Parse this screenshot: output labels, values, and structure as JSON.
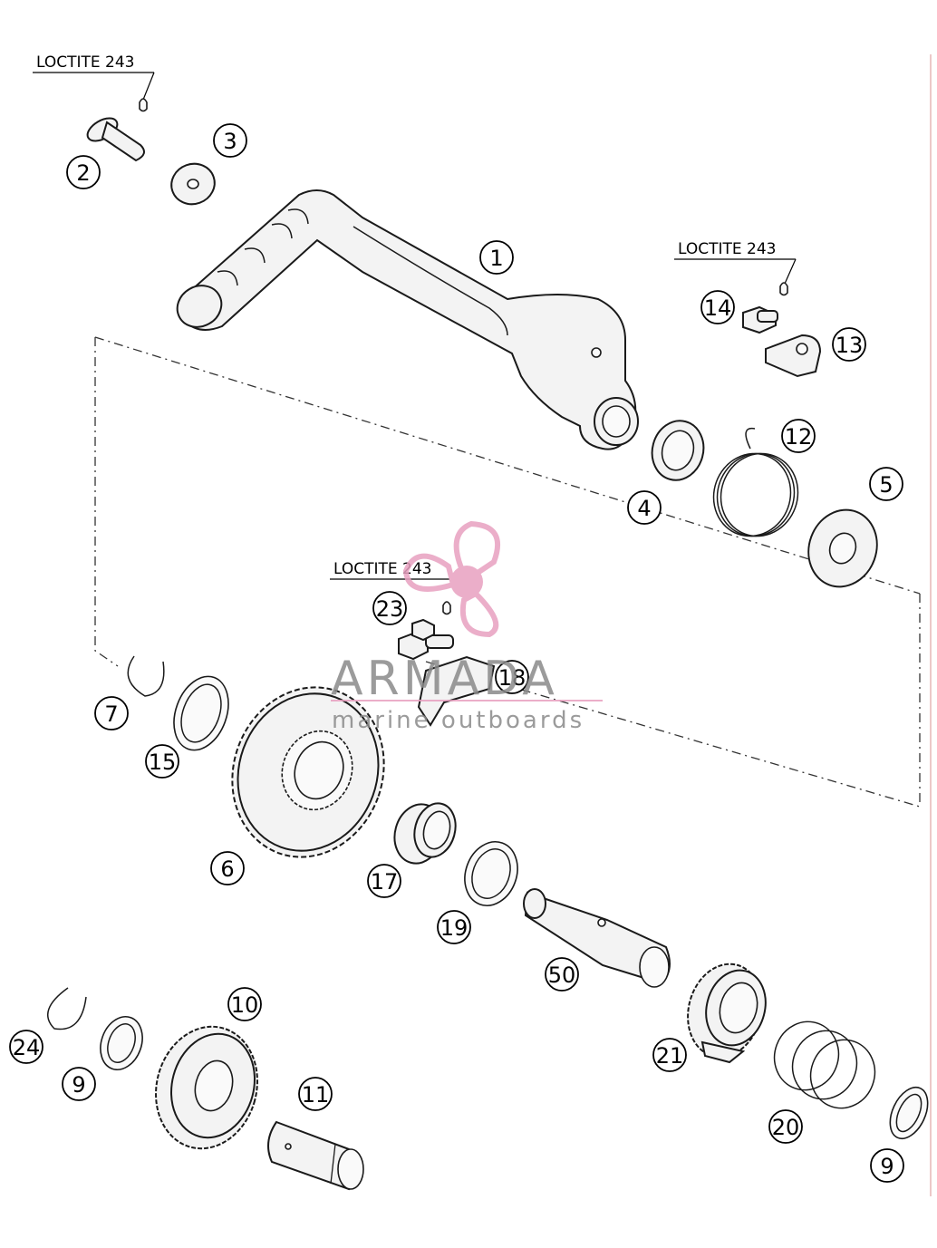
{
  "loctite_labels": [
    "LOCTITE 243",
    "LOCTITE 243",
    "LOCTITE 243"
  ],
  "callouts": [
    "1",
    "2",
    "3",
    "4",
    "5",
    "12",
    "13",
    "14",
    "23",
    "18",
    "7",
    "15",
    "6",
    "17",
    "19",
    "50",
    "10",
    "11",
    "24",
    "9",
    "21",
    "20",
    "9"
  ],
  "watermark": {
    "brand": "ARMADA",
    "tagline": "marine outboards",
    "logo_color": "#e8a0c0",
    "text_color": "#8a8a8a"
  },
  "colors": {
    "line": "#1a1a1a",
    "part_fill": "#f3f3f3",
    "background": "#ffffff"
  }
}
